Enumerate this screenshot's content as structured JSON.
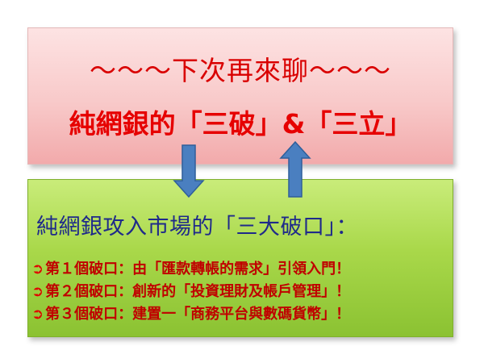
{
  "top": {
    "line1": "～～～下次再來聊～～～",
    "line2": "純網銀的「三破」&「三立」"
  },
  "bottom": {
    "heading": "純網銀攻入市場的「三大破口」：",
    "points": [
      "第１個破口：由「匯款轉帳的需求」引領入門！",
      "第２個破口：創新的「投資理財及帳戶管理」！",
      "第３個破口：建置一「商務平台與數碼貨幣」！"
    ],
    "bullet_icon": "arrow-right-circle-icon"
  },
  "colors": {
    "top_box": "#f8c9c9",
    "bottom_box": "#a9d84a",
    "title_red": "#e60000",
    "heading_blue": "#1f2a8a",
    "arrow_blue": "#4a7fc0"
  }
}
